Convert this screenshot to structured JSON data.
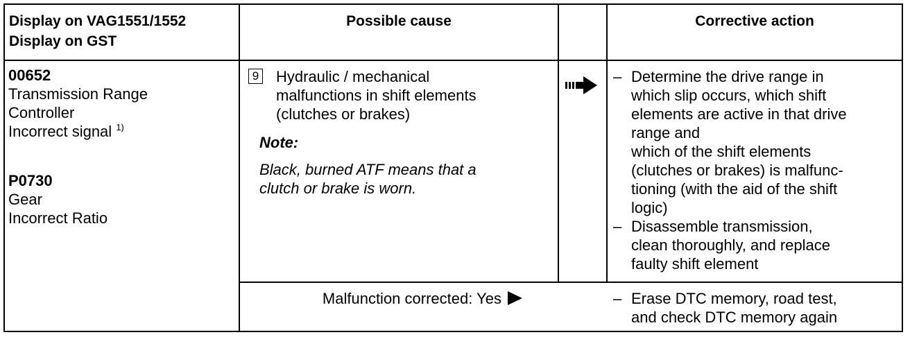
{
  "header": {
    "col1_line1": "Display on VAG1551/1552",
    "col1_line2": "Display on GST",
    "col2": "Possible cause",
    "col3": "Corrective action"
  },
  "dtc": {
    "code1": "00652",
    "code1_lines": [
      "Transmission Range",
      "Controller",
      "Incorrect signal"
    ],
    "footnote": "1)",
    "code2": "P0730",
    "code2_lines": [
      "Gear",
      "Incorrect Ratio"
    ]
  },
  "cause": {
    "number": "9",
    "lines": [
      "Hydraulic / mechanical",
      "malfunctions in shift elements",
      "(clutches or brakes)"
    ],
    "note_label": "Note:",
    "note_lines": [
      "Black, burned ATF means that a",
      "clutch or brake is worn."
    ]
  },
  "action": {
    "item1_lines": [
      "Determine the drive range in",
      "which slip occurs, which shift",
      "elements are active in that drive",
      "range and",
      "which of the shift elements",
      "(clutches or brakes) is malfunc-",
      "tioning (with the aid of the shift",
      "logic)"
    ],
    "item2_lines": [
      "Disassemble transmission,",
      "clean thoroughly, and replace",
      "faulty shift element"
    ]
  },
  "corrected": {
    "label": "Malfunction corrected:  Yes",
    "action_lines": [
      "Erase DTC memory, road test,",
      "and check DTC memory again"
    ]
  },
  "icons": {
    "arrow": "dashed-right-arrow-icon",
    "triangle": "right-triangle-icon"
  }
}
